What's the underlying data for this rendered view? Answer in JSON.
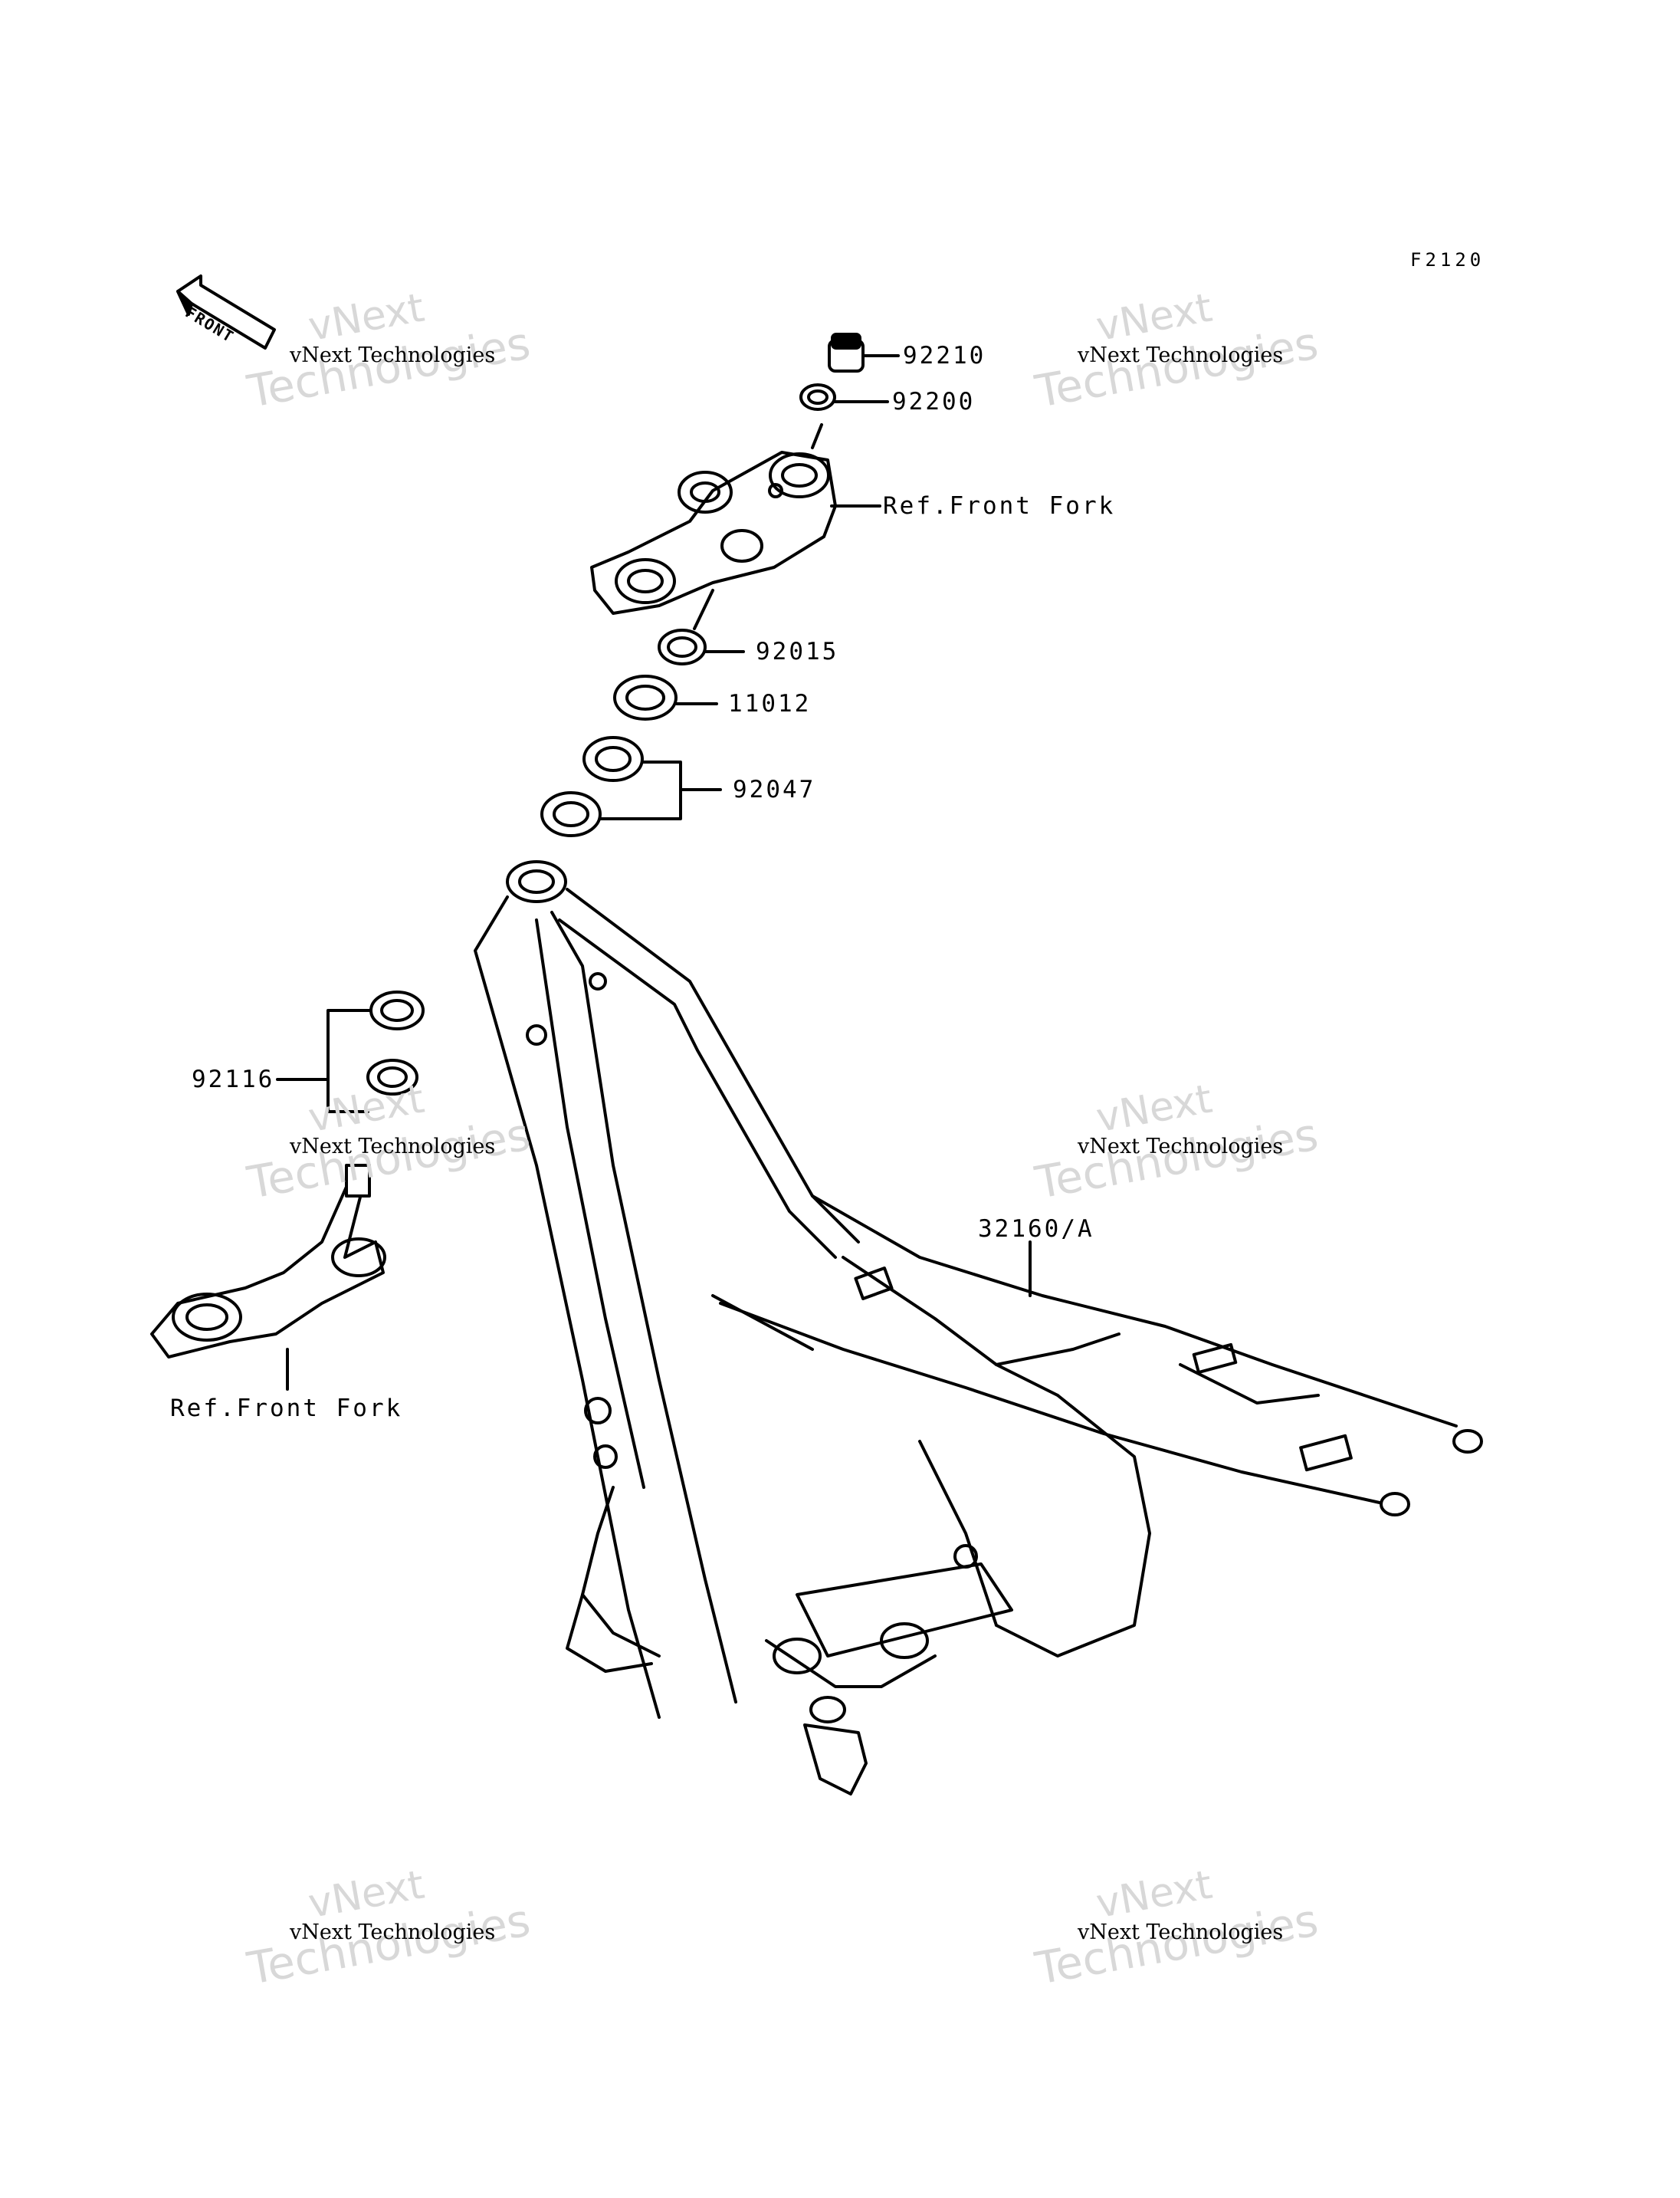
{
  "figure_code": "F2120",
  "front_arrow": {
    "label": "FRONT"
  },
  "callouts": {
    "p92210": "92210",
    "p92200": "92200",
    "ref_front_fork_upper": "Ref.Front Fork",
    "p92015": "92015",
    "p11012": "11012",
    "p92047": "92047",
    "p92116": "92116",
    "p32160": "32160/A",
    "ref_front_fork_lower": "Ref.Front Fork"
  },
  "watermark": {
    "company": "vNext Technologies",
    "word_top": "vNext",
    "word_bottom": "Technologies"
  },
  "colors": {
    "line": "#000000",
    "watermark": "#d8d8d8"
  }
}
